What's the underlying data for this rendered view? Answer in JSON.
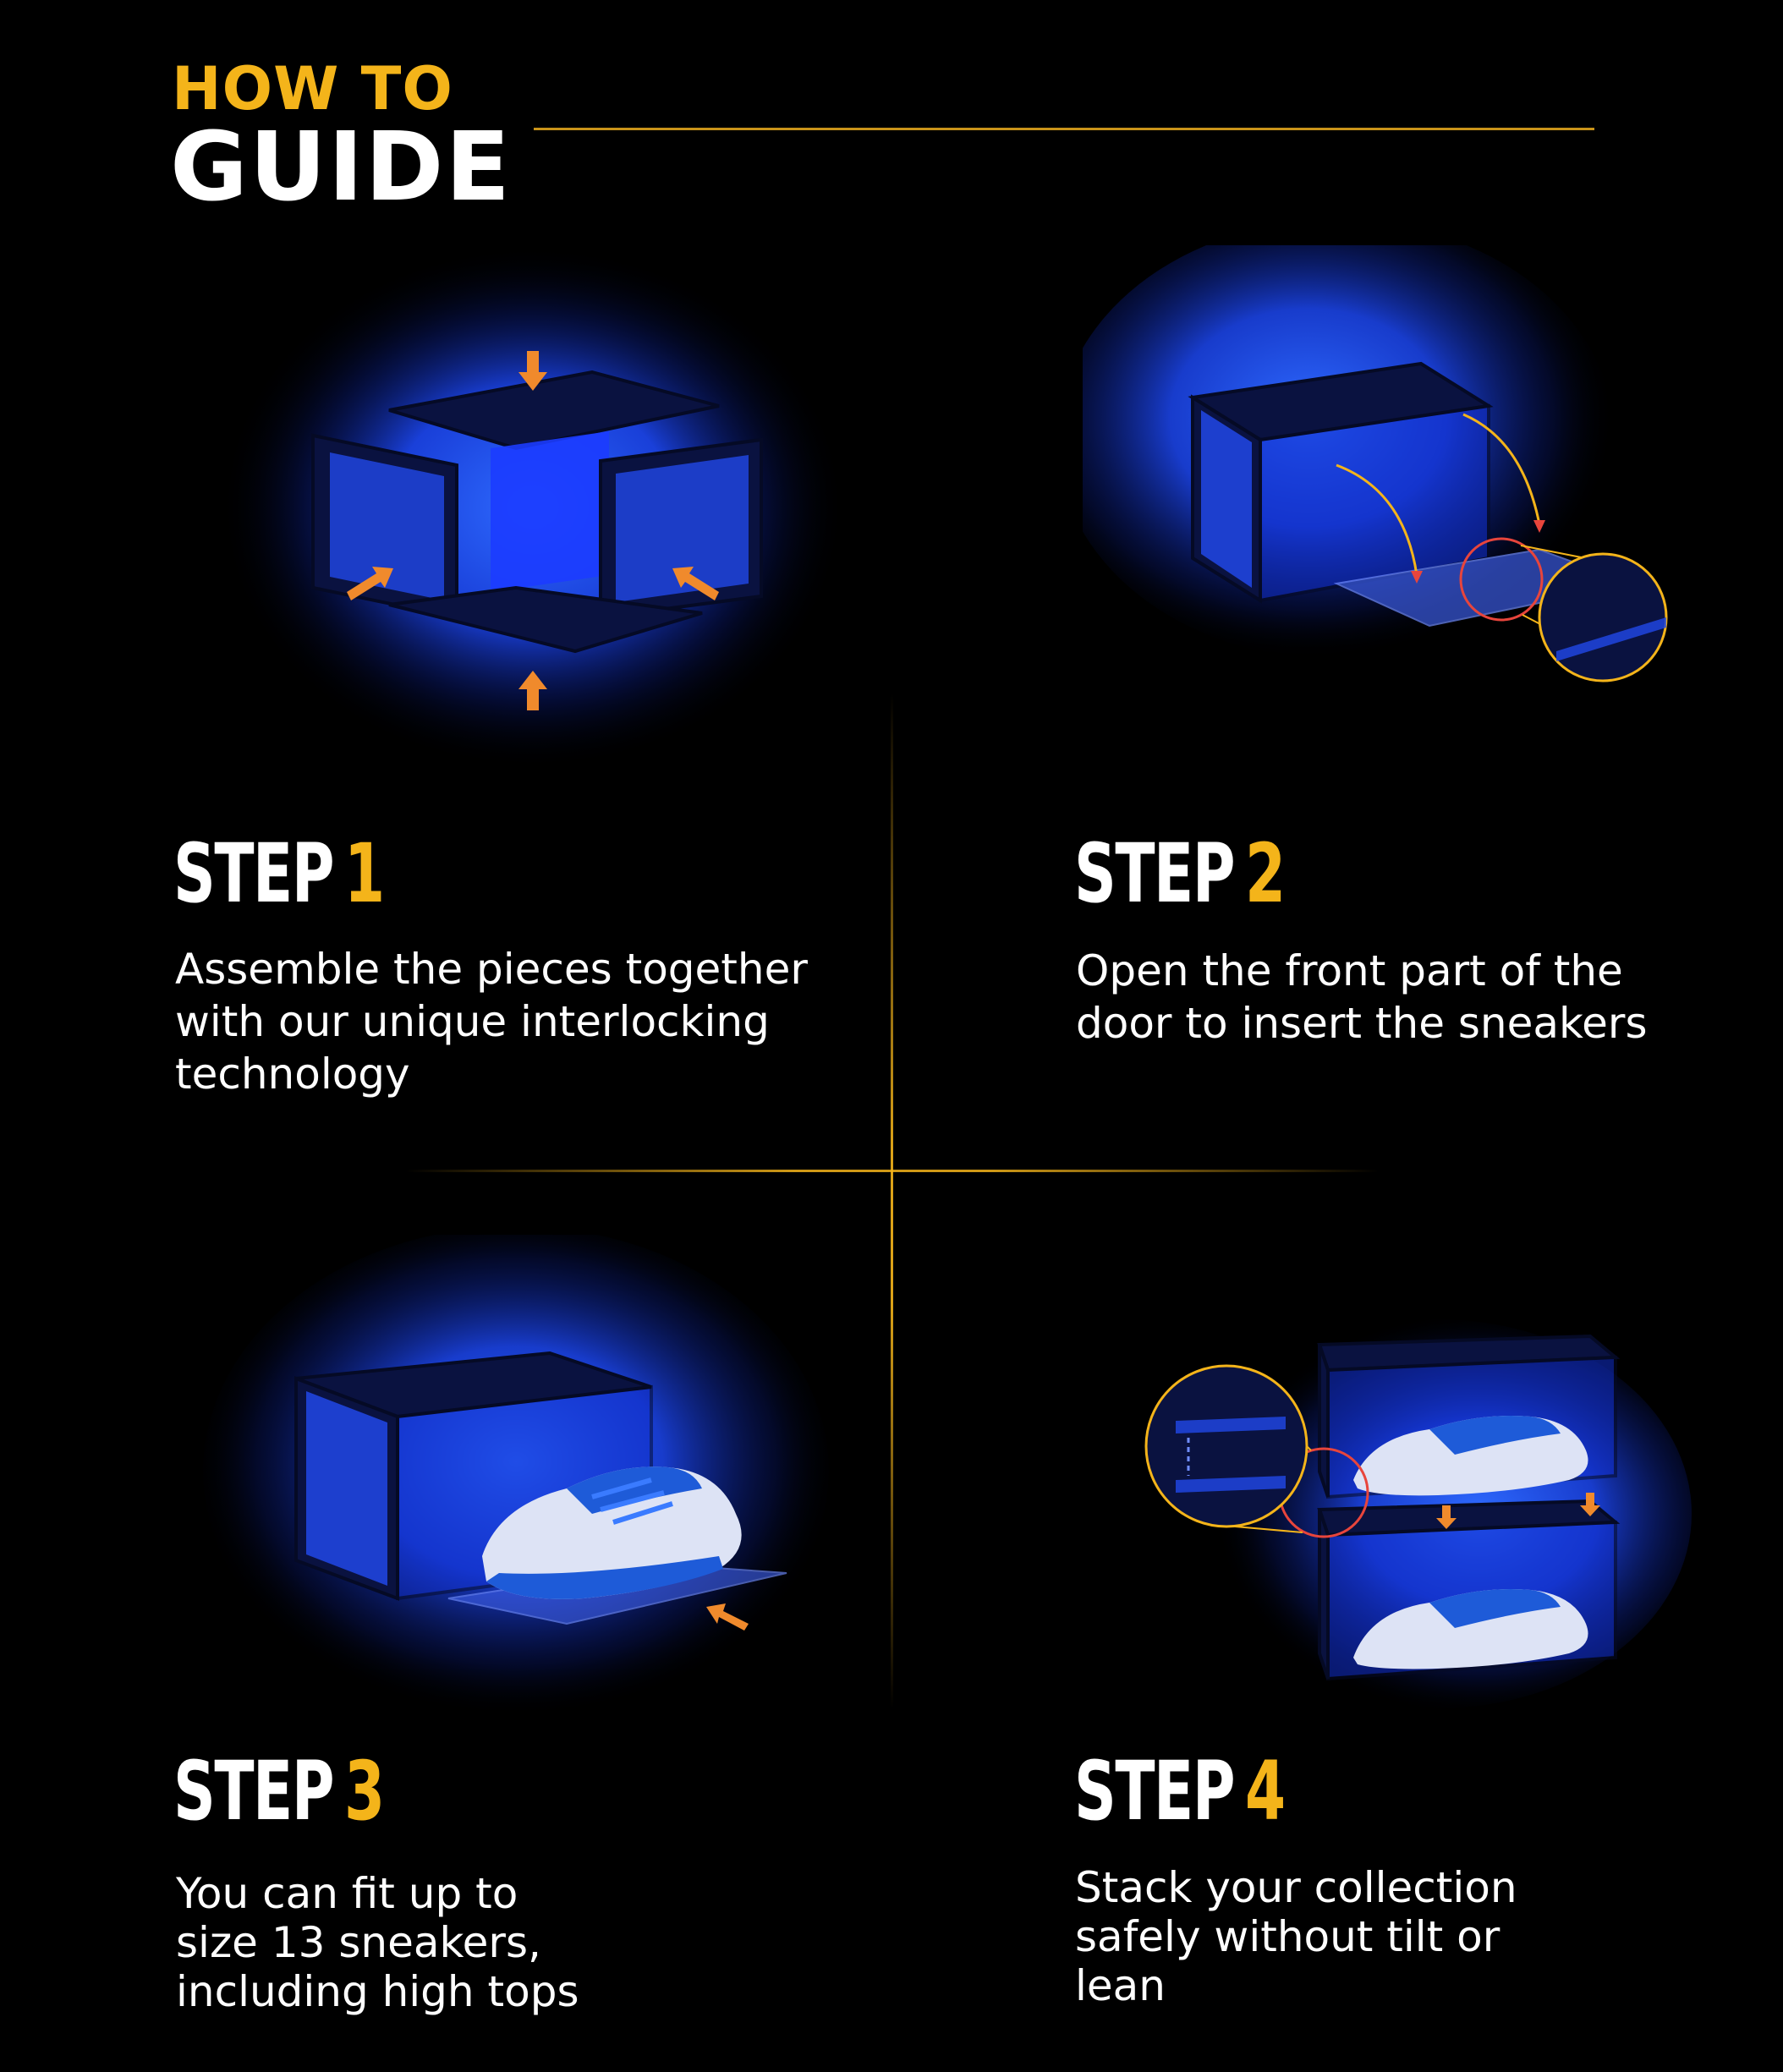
{
  "colors": {
    "accent": "#F4B41A",
    "glow": "#1E4BFF",
    "background": "#000000",
    "text": "#FFFFFF",
    "arrow": "#F08A2C",
    "arrow_red": "#E8453C"
  },
  "header": {
    "how_to": "HOW TO",
    "guide": "GUIDE"
  },
  "steps": [
    {
      "label": "STEP",
      "number": "1",
      "description": "Assemble the pieces together\nwith our unique interlocking\ntechnology",
      "illustration_icon": "exploded-box-icon"
    },
    {
      "label": "STEP",
      "number": "2",
      "description": "Open the front part of the\ndoor to insert the sneakers",
      "illustration_icon": "open-door-box-icon"
    },
    {
      "label": "STEP",
      "number": "3",
      "description": "You can fit up to\nsize 13 sneakers,\nincluding high tops",
      "illustration_icon": "box-with-sneaker-icon"
    },
    {
      "label": "STEP",
      "number": "4",
      "description": "Stack your collection\nsafely without tilt or\nlean",
      "illustration_icon": "stacked-boxes-icon"
    }
  ]
}
